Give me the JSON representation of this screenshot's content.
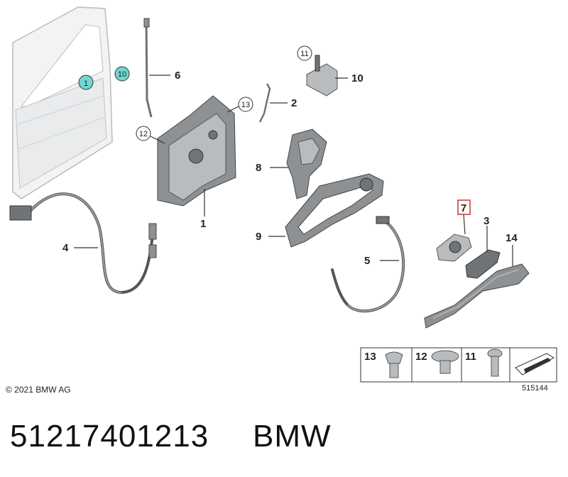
{
  "copyright": "© 2021 BMW AG",
  "reference_number": "515144",
  "part_number": "51217401213",
  "brand": "BMW",
  "highlight_color": "#6fd6d0",
  "selected_color": "#d33333",
  "callouts": {
    "door_1": "1",
    "door_10": "10",
    "c6": "6",
    "c11": "11",
    "c10": "10",
    "c13": "13",
    "c2": "2",
    "c12": "12",
    "c8": "8",
    "c1": "1",
    "c4": "4",
    "c9": "9",
    "c5": "5",
    "c7": "7",
    "c3": "3",
    "c14": "14"
  },
  "screw_table": [
    {
      "num": "13"
    },
    {
      "num": "12"
    },
    {
      "num": "11"
    }
  ]
}
